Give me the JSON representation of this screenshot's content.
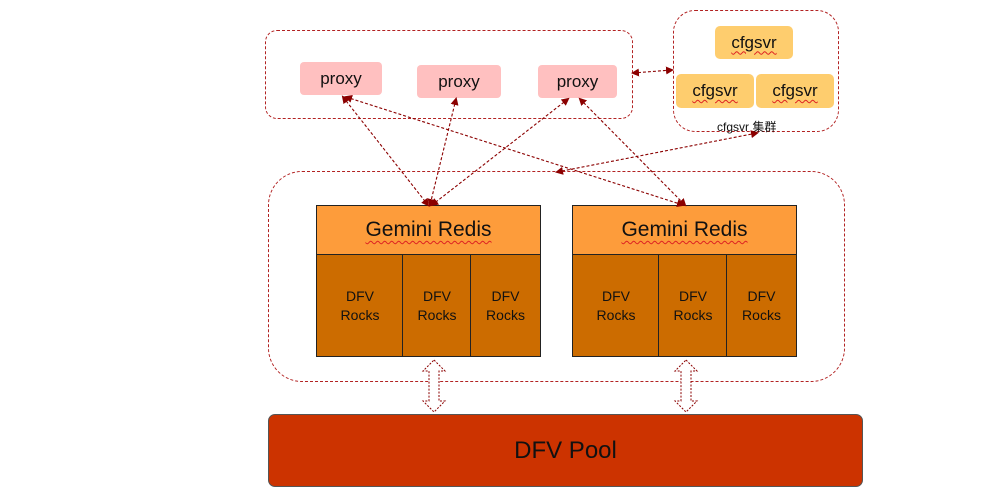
{
  "proxy_group": {
    "proxies": [
      "proxy",
      "proxy",
      "proxy"
    ]
  },
  "cfgsvr_cluster": {
    "nodes": [
      "cfgsvr",
      "cfgsvr",
      "cfgsvr"
    ],
    "label": "cfgsvr 集群"
  },
  "servers": [
    {
      "title": "Gemini Redis",
      "rocks": [
        "DFV\nRocks",
        "DFV\nRocks",
        "DFV\nRocks"
      ]
    },
    {
      "title": "Gemini Redis",
      "rocks": [
        "DFV\nRocks",
        "DFV\nRocks",
        "DFV\nRocks"
      ]
    }
  ],
  "pool": {
    "label": "DFV Pool"
  },
  "colors": {
    "dashed_border": "#b22222",
    "proxy_fill": "#ffc0c0",
    "cfgsvr_fill": "#fecd6e",
    "gemini_fill": "#fd9c3b",
    "rocks_fill": "#cc6c00",
    "pool_fill": "#cc3300",
    "arrow": "#8b0000"
  }
}
